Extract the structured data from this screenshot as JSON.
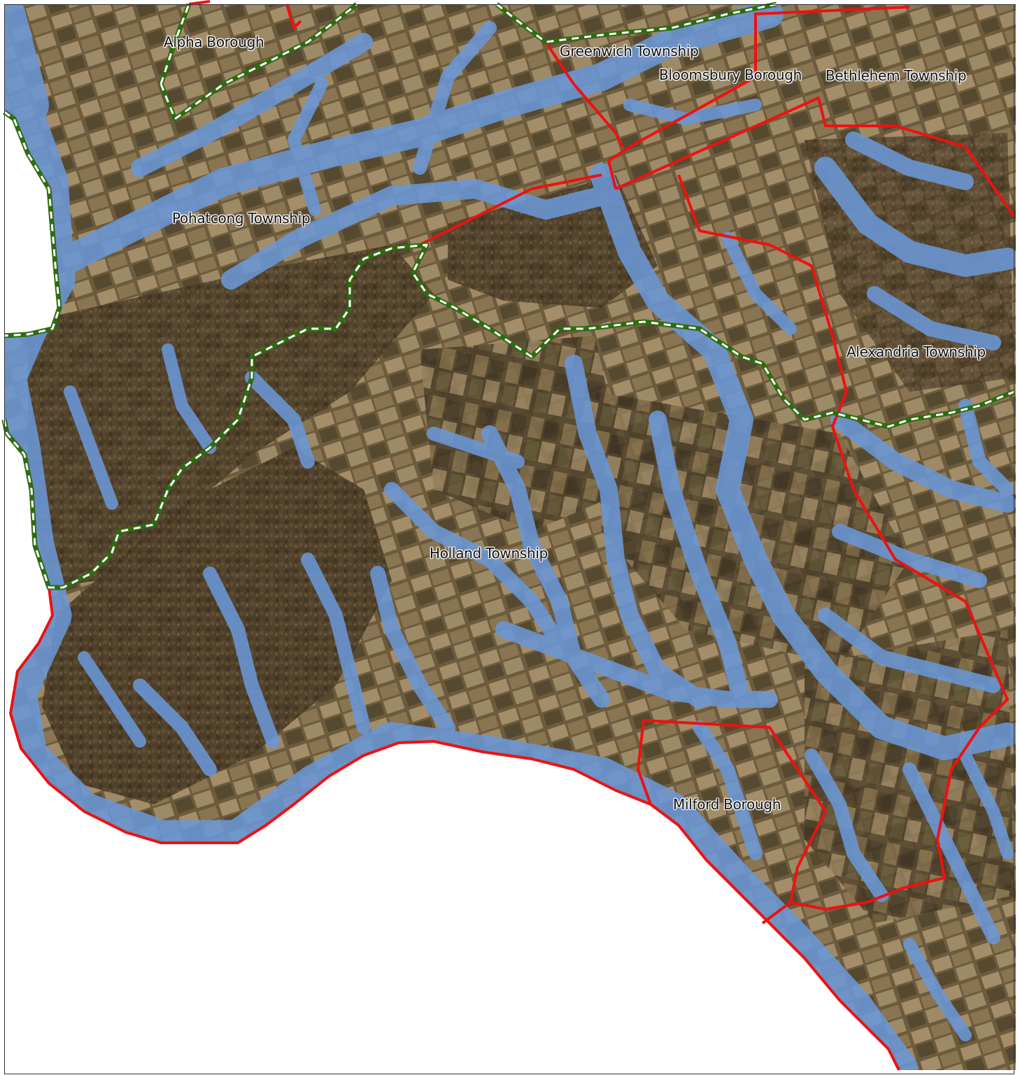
{
  "colors": {
    "water": "#ffffff",
    "land_base": "#6e5a3c",
    "forest": "#4a3b26",
    "field_light": "#a89370",
    "field_green": "#6f7a4e",
    "flood_zone": "#6a97d6",
    "municipal_boundary": "#ee1111",
    "county_boundary_outer": "#2e6b12",
    "county_boundary_inner": "#ffffff"
  },
  "labels": {
    "alpha_borough": "Alpha Borough",
    "greenwich_township": "Greenwich Township",
    "bloomsbury_borough": "Bloomsbury Borough",
    "bethlehem_township": "Bethlehem Township",
    "pohatcong_township": "Pohatcong Township",
    "alexandria_township": "Alexandria Township",
    "holland_township": "Holland Township",
    "milford_borough": "Milford Borough"
  },
  "layers": [
    "aerial-imagery",
    "flood-hazard-area",
    "municipal-boundary",
    "county-boundary"
  ]
}
